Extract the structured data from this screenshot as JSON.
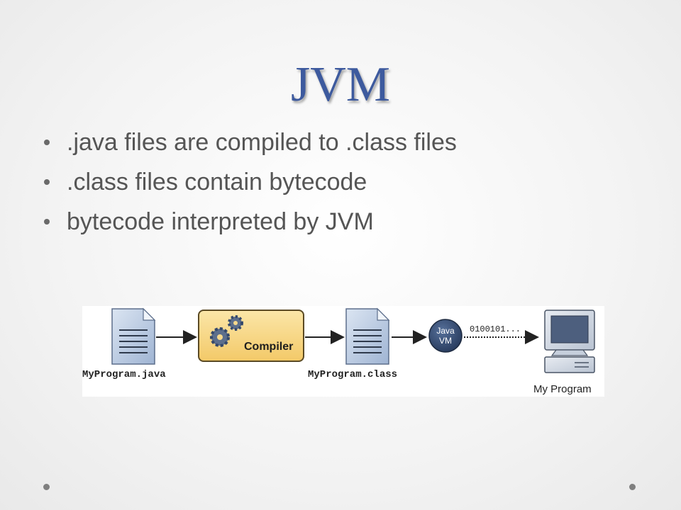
{
  "slide": {
    "title": "JVM",
    "bullets": [
      ".java files are compiled to .class files",
      ".class files contain bytecode",
      "bytecode interpreted by JVM"
    ]
  },
  "diagram": {
    "source_file_label": "MyProgram.java",
    "compiler_label": "Compiler",
    "class_file_label": "MyProgram.class",
    "jvm_label_line1": "Java",
    "jvm_label_line2": "VM",
    "bytecode_label": "0100101...",
    "program_label": "My Program"
  },
  "colors": {
    "title": "#3d5a9e",
    "bullet_text": "#555555",
    "compiler_fill": "#f8d98b",
    "jvm_circle": "#34486b",
    "document_fill": "#a8bcd8"
  }
}
